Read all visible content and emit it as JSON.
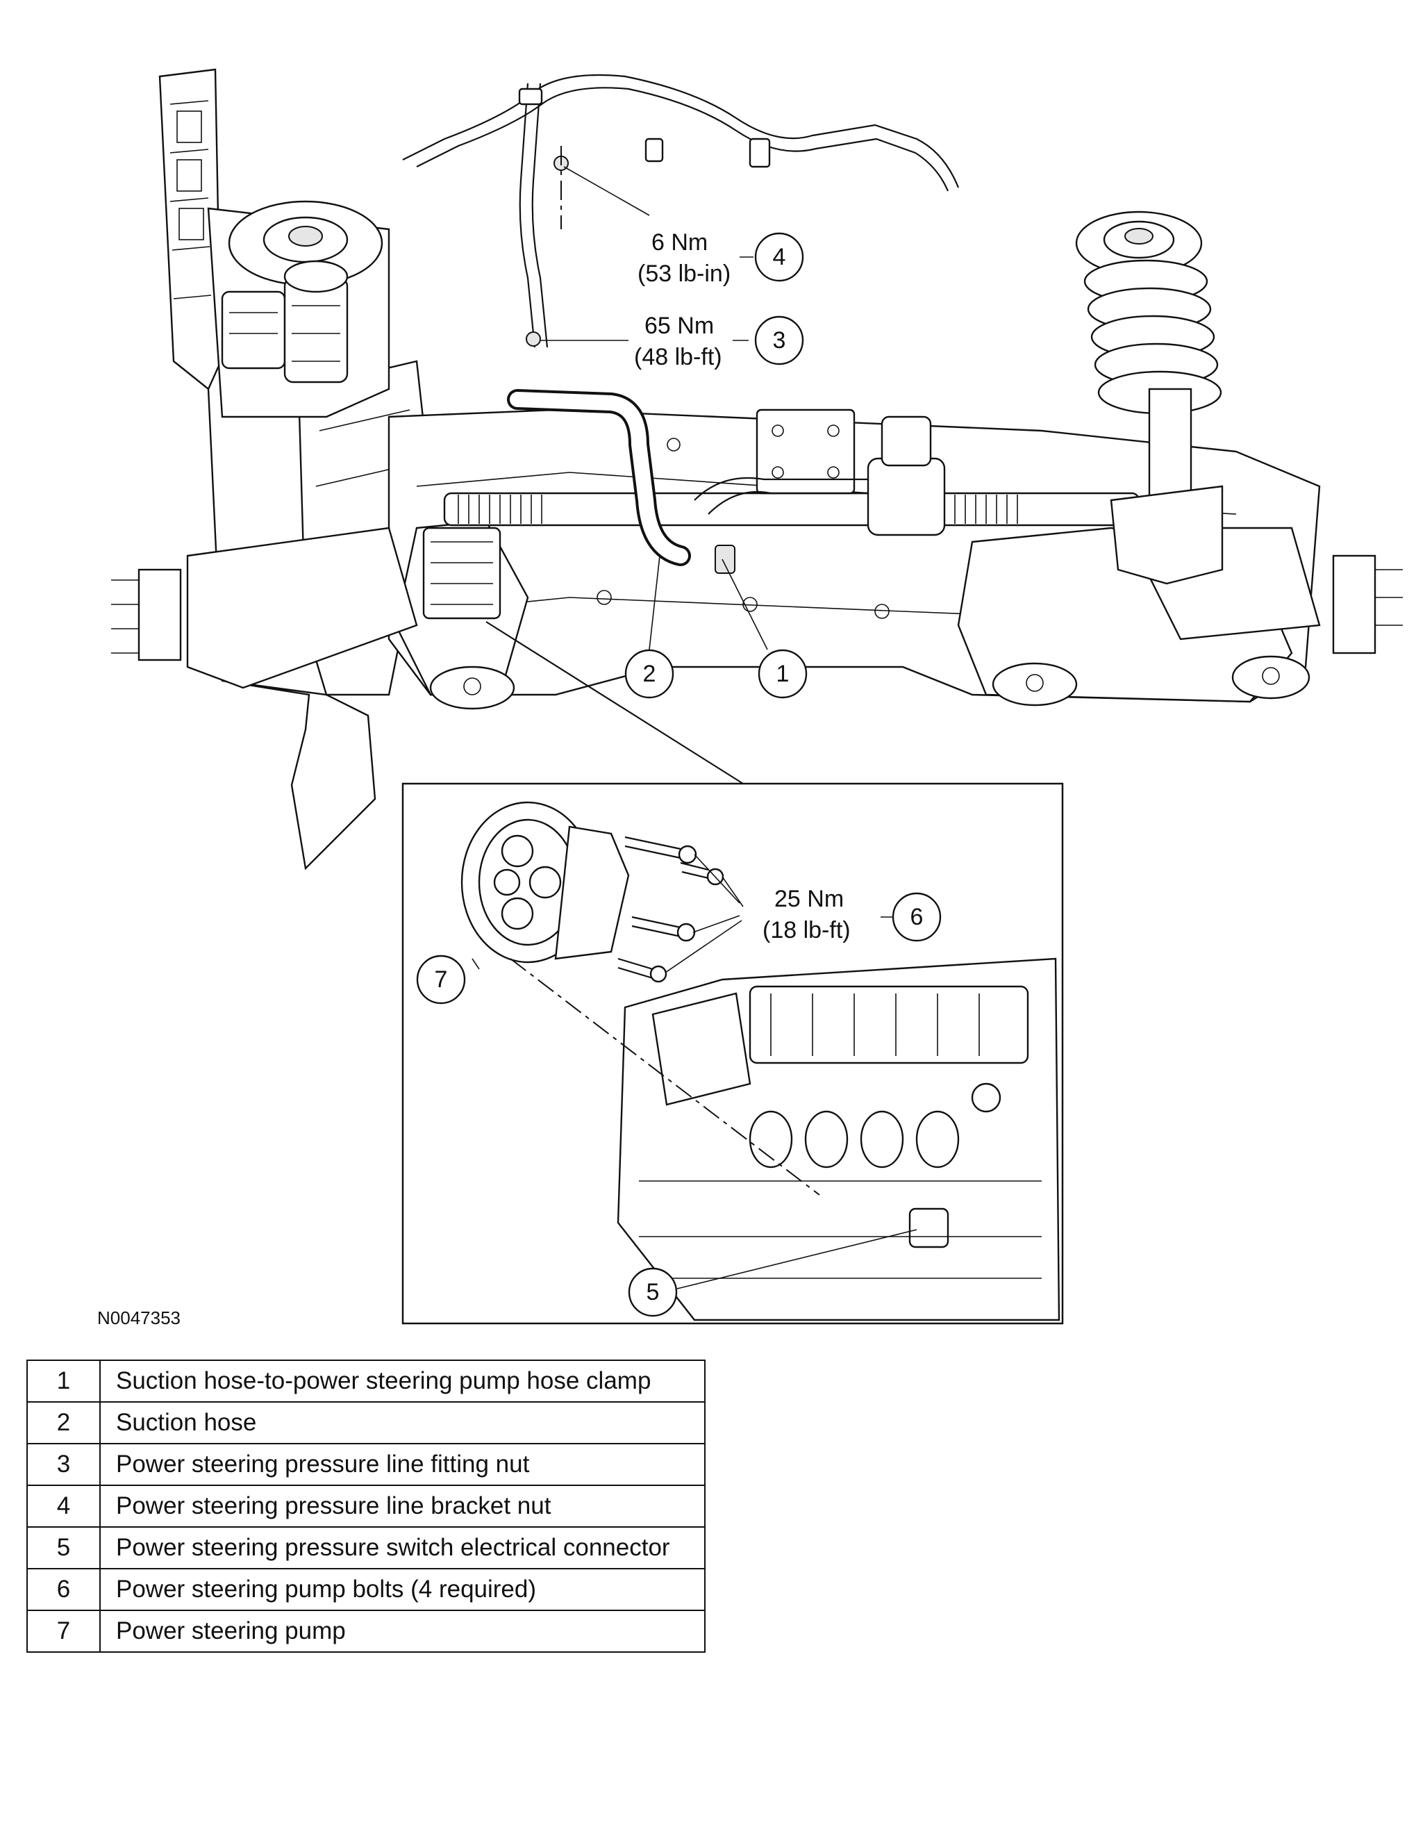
{
  "callouts": {
    "c4": {
      "number": "4",
      "torque_nm": "6 Nm",
      "torque_imperial": "(53 lb-in)"
    },
    "c3": {
      "number": "3",
      "torque_nm": "65 Nm",
      "torque_imperial": "(48 lb-ft)"
    },
    "c6": {
      "number": "6",
      "torque_nm": "25 Nm",
      "torque_imperial": "(18 lb-ft)"
    },
    "c1": {
      "number": "1"
    },
    "c2": {
      "number": "2"
    },
    "c5": {
      "number": "5"
    },
    "c7": {
      "number": "7"
    }
  },
  "figure_id": "N0047353",
  "legend": [
    {
      "n": "1",
      "text": "Suction hose-to-power steering pump hose clamp"
    },
    {
      "n": "2",
      "text": "Suction hose"
    },
    {
      "n": "3",
      "text": "Power steering pressure line fitting nut"
    },
    {
      "n": "4",
      "text": "Power steering pressure line bracket nut"
    },
    {
      "n": "5",
      "text": "Power steering pressure switch electrical connector"
    },
    {
      "n": "6",
      "text": "Power steering pump bolts (4 required)"
    },
    {
      "n": "7",
      "text": "Power steering pump"
    }
  ]
}
